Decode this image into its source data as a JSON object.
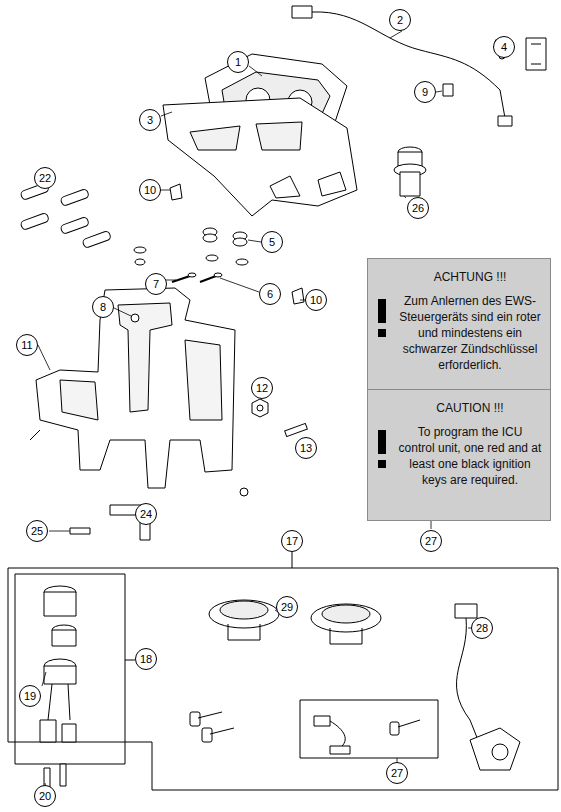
{
  "diagram": {
    "nodes": [
      {
        "text": [
          "ACHTUNG !!!",
          "Zum Anlernen des EWS-Steuergeräts sind ein roter und mindestens ein schwarzer Zündschlüssel erforderlich."
        ]
      },
      {
        "text": [
          "CAUTION !!!",
          "To program the ICU control unit, one red and at least one black ignition keys are required."
        ]
      }
    ],
    "labels": [
      "1",
      "2",
      "4",
      "9",
      "3",
      "22",
      "10",
      "26",
      "5",
      "7",
      "6",
      "10",
      "8",
      "11",
      "12",
      "13",
      "25",
      "24",
      "17",
      "27",
      "18",
      "19",
      "29",
      "28",
      "27",
      "20"
    ]
  }
}
